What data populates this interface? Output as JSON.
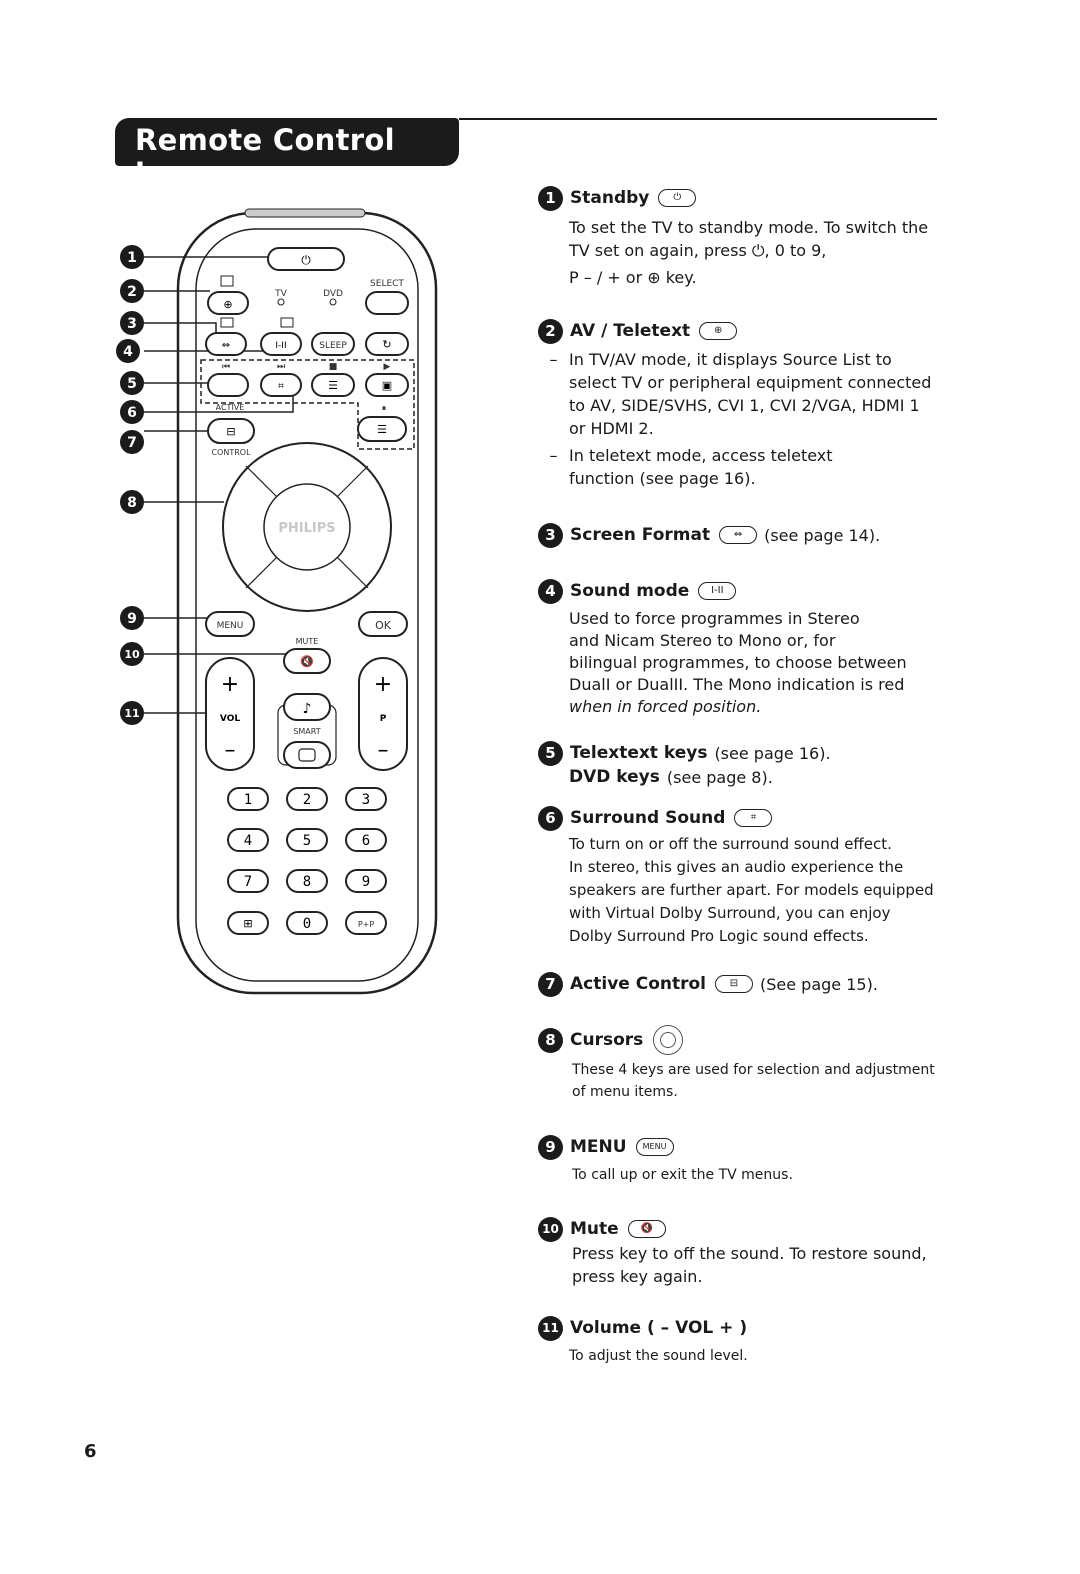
{
  "header": {
    "title": "Remote Control keys"
  },
  "page_number": "6",
  "remote": {
    "callouts": [
      "1",
      "2",
      "3",
      "4",
      "5",
      "6",
      "7",
      "8",
      "9",
      "10",
      "11"
    ],
    "labels": {
      "tv": "TV",
      "dvd": "DVD",
      "select": "SELECT",
      "sleep": "SLEEP",
      "dual": "I-II",
      "active": "ACTIVE",
      "control": "CONTROL",
      "brand": "PHILIPS",
      "menu": "MENU",
      "ok": "OK",
      "mute": "MUTE",
      "vol": "VOL",
      "p": "P",
      "smart": "SMART",
      "pip": "P+P"
    },
    "digits": [
      "1",
      "2",
      "3",
      "4",
      "5",
      "6",
      "7",
      "8",
      "9",
      "",
      "0",
      "P+P"
    ],
    "icons": [
      "power-icon",
      "teletext-icon",
      "av-icon",
      "screen-format-icon",
      "dual-icon",
      "sleep-icon",
      "timer-icon",
      "rewind-icon",
      "forward-icon",
      "stop-icon",
      "play-icon",
      "surround-icon",
      "teletext-list-icon",
      "pip-icon",
      "pause-icon",
      "active-control-icon",
      "menu-list-icon",
      "mute-icon",
      "note-icon",
      "smart-icon"
    ]
  },
  "entries": [
    {
      "num": "1",
      "title": "Standby",
      "key": "⏻",
      "lines": [
        "To set the TV to standby mode. To switch the",
        "TV set on again, press ⏻, 0 to 9,",
        "P – / + or ⊕ key."
      ]
    },
    {
      "num": "2",
      "title": "AV / Teletext",
      "key": "⊕",
      "bullets": [
        "In TV/AV mode, it displays Source List to select TV or peripheral equipment connected to AV, SIDE/SVHS, CVI 1, CVI 2/VGA, HDMI 1 or HDMI 2.",
        "In teletext mode, access teletext function (see page 16)."
      ]
    },
    {
      "num": "3",
      "title": "Screen Format",
      "key": "⇔",
      "extra": "(see page 14)."
    },
    {
      "num": "4",
      "title": "Sound mode",
      "key": "I-II",
      "lines": [
        "Used to force programmes in Stereo",
        "and Nicam Stereo to Mono or, for",
        "bilingual programmes, to choose between",
        "DualI or DualII. The Mono indication is red",
        "when in forced position."
      ]
    },
    {
      "num": "5",
      "title": "Telextext keys",
      "extra": "(see page 16).",
      "title2": "DVD keys",
      "extra2": "(see page 8)."
    },
    {
      "num": "6",
      "title": "Surround Sound",
      "key": "⌗",
      "lines": [
        "To turn on or off the surround sound effect.",
        "In stereo, this gives an audio experience the",
        "speakers are further apart. For models equipped",
        "with Virtual Dolby Surround, you can enjoy",
        "Dolby Surround Pro Logic sound effects."
      ]
    },
    {
      "num": "7",
      "title": "Active Control",
      "key": "⊟",
      "extra": "(See page 15)."
    },
    {
      "num": "8",
      "title": "Cursors",
      "lines": [
        "These 4 keys are used for selection and adjustment",
        "of menu items."
      ]
    },
    {
      "num": "9",
      "title": "MENU",
      "key": "MENU",
      "lines": [
        "To call up or exit the TV menus."
      ]
    },
    {
      "num": "10",
      "title": "Mute",
      "key": "🔇",
      "lines": [
        "Press key to off the sound. To restore sound,",
        "press key again."
      ]
    },
    {
      "num": "11",
      "title": "Volume ( – VOL + )",
      "lines": [
        "To adjust the sound level."
      ]
    }
  ]
}
